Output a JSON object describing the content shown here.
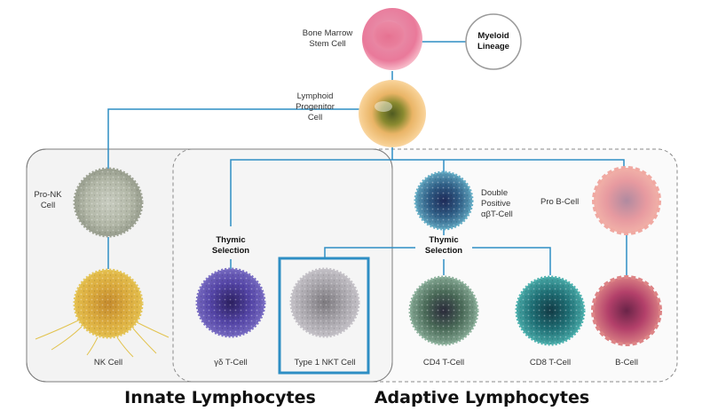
{
  "nodes": {
    "stem_cell": {
      "line1": "Bone Marrow",
      "line2": "Stem Cell"
    },
    "myeloid": {
      "line1": "Myeloid",
      "line2": "Lineage"
    },
    "lymphoid": {
      "line1": "Lymphoid",
      "line2": "Progenitor",
      "line3": "Cell"
    },
    "pro_nk": {
      "line1": "Pro-NK",
      "line2": "Cell"
    },
    "nk": {
      "label": "NK Cell"
    },
    "gd_t": {
      "label": "γδ T-Cell"
    },
    "nkt": {
      "label": "Type 1 NKT Cell"
    },
    "double_positive": {
      "line1": "Double",
      "line2": "Positive",
      "line3": "αβT-Cell"
    },
    "cd4": {
      "label": "CD4 T-Cell"
    },
    "cd8": {
      "label": "CD8 T-Cell"
    },
    "pro_b": {
      "label": "Pro B-Cell"
    },
    "b_cell": {
      "label": "B-Cell"
    }
  },
  "selection_left": {
    "line1": "Thymic",
    "line2": "Selection"
  },
  "selection_right": {
    "line1": "Thymic",
    "line2": "Selection"
  },
  "groups": {
    "innate": "Innate Lymphocytes",
    "adaptive": "Adaptive Lymphocytes"
  },
  "colors": {
    "connector": "#2e8ec4",
    "highlight_box": "#2e8ec4",
    "group_border": "#8a8a8a"
  }
}
